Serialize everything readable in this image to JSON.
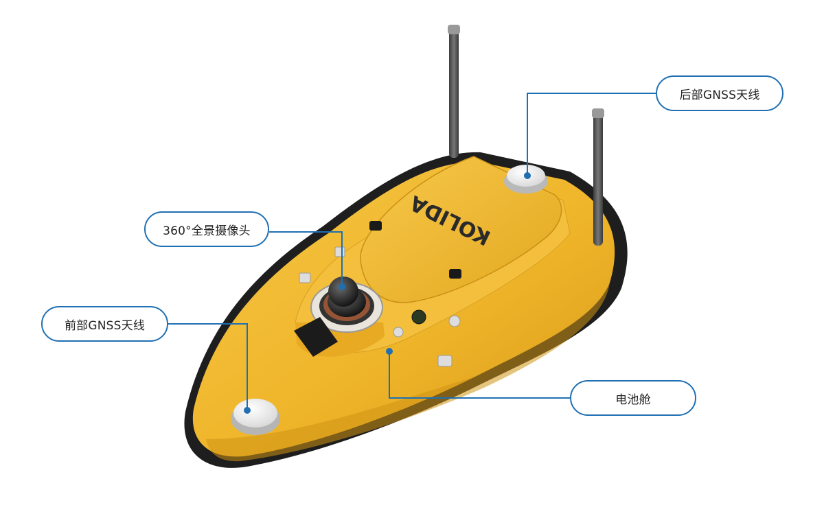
{
  "callouts": {
    "rear_gnss": {
      "label": "后部GNSS天线"
    },
    "camera": {
      "label": "360°全景摄像头"
    },
    "front_gnss": {
      "label": "前部GNSS天线"
    },
    "battery": {
      "label": "电池舱"
    }
  },
  "brand": {
    "logo_text": "KOLIDA"
  },
  "colors": {
    "hull_yellow": "#f0b92e",
    "hull_shadow": "#c98f14",
    "rubber_black": "#222222",
    "callout_blue": "#1f6fb2",
    "antenna_gray": "#555555"
  }
}
